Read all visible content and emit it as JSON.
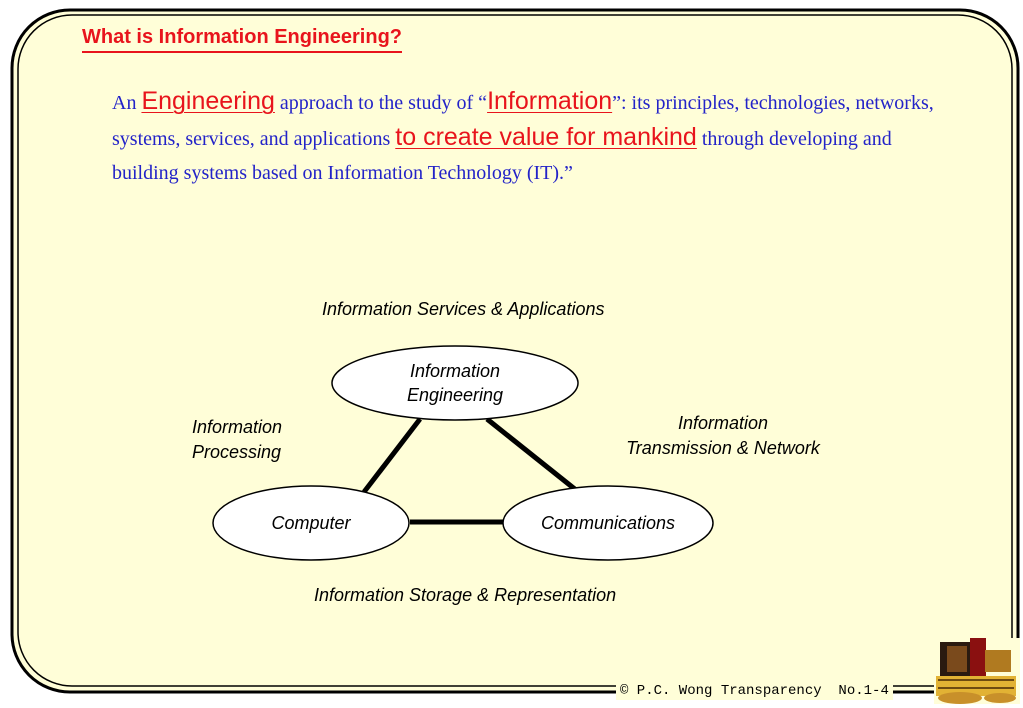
{
  "slide": {
    "title": "What is Information Engineering?",
    "definition": {
      "p1": "An ",
      "h1": "Engineering",
      "p2": " approach to the study of “",
      "h2": "Information",
      "p3": "”: its principles, technologies, networks, systems, services, and applications ",
      "h3": "to create value for mankind",
      "p4": " through developing and building systems based on Information Technology (IT).”"
    }
  },
  "diagram": {
    "labels": {
      "top": "Information Services & Applications",
      "left_line1": "Information",
      "left_line2": "Processing",
      "right_line1": "Information",
      "right_line2": "Transmission & Network",
      "bottom": "Information Storage & Representation"
    },
    "nodes": {
      "engineering_line1": "Information",
      "engineering_line2": "Engineering",
      "computer": "Computer",
      "communications": "Communications"
    }
  },
  "footer": {
    "text": "© P.C. Wong Transparency  No.1-4"
  },
  "colors": {
    "background": "#fffed8",
    "accent_red": "#e8141c",
    "body_blue": "#2323c8"
  }
}
